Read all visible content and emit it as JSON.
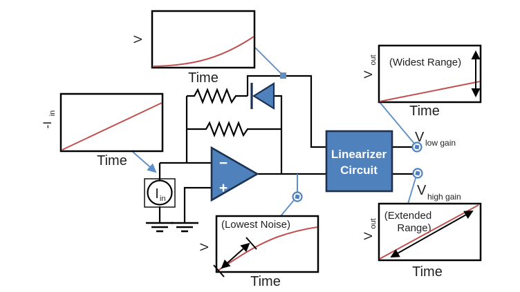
{
  "colors": {
    "shape_blue": "#4f81bd",
    "shape_border": "#1b3150",
    "annotation_blue": "#5f8fc7",
    "signal_red": "#c0504d",
    "wire_black": "#000000"
  },
  "graphs": {
    "diode_voltage": {
      "ylabel": "V",
      "xlabel": "Time",
      "curve": "exponential rise"
    },
    "input_current": {
      "ylabel": "-I",
      "ylabel_sub": "in",
      "xlabel": "Time",
      "curve": "linear ramp"
    },
    "widest_range": {
      "title": "(Widest Range)",
      "ylabel": "V",
      "ylabel_sub": "out",
      "xlabel": "Time",
      "curve": "shallow linear rise with full-height range arrow"
    },
    "extended_range": {
      "title_line1": "(Extended",
      "title_line2": "Range)",
      "ylabel": "V",
      "ylabel_sub": "out",
      "xlabel": "Time",
      "curve": "steep corner-to-corner linear rise with range arrow"
    },
    "lowest_noise": {
      "title": "(Lowest Noise)",
      "ylabel": "V",
      "xlabel": "Time",
      "curve": "logarithmic rise with slope arrow"
    }
  },
  "circuit": {
    "linearizer": {
      "line1": "Linearizer",
      "line2": "Circuit"
    },
    "opamp": {
      "inverting": "−",
      "noninverting": "+"
    },
    "current_source": {
      "label": "I",
      "label_sub": "in"
    },
    "outputs": {
      "low": {
        "label": "V",
        "sub": "low gain"
      },
      "high": {
        "label": "V",
        "sub": "high gain"
      }
    }
  }
}
